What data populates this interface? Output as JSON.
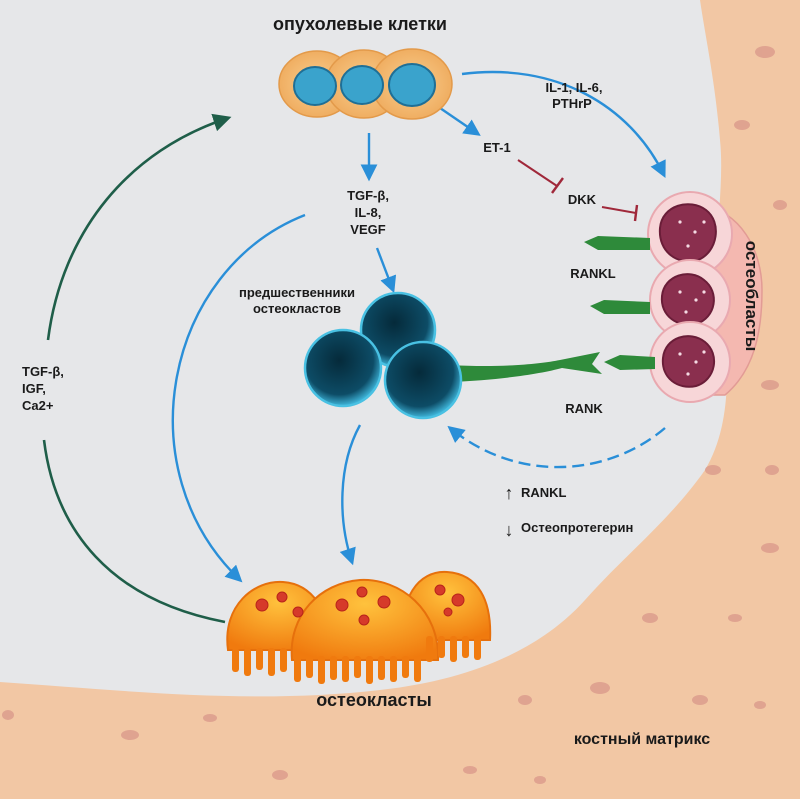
{
  "labels": {
    "tumor_cells": "опухолевые клетки",
    "il_line1": "IL-1, IL-6,",
    "il_line2": "PTHrP",
    "et1": "ET-1",
    "dkk": "DKK",
    "tgf_line1": "TGF-β,",
    "tgf_line2": "IL-8,",
    "tgf_line3": "VEGF",
    "precursors_line1": "предшественники",
    "precursors_line2": "остеокластов",
    "rankl_top": "RANKL",
    "osteoblasts": "остеобласты",
    "rank": "RANK",
    "rankl_arrow_label": "RANKL",
    "opg_arrow_label": "Остеопротегерин",
    "left_line1": "TGF-β,",
    "left_line2": "IGF,",
    "left_line3": "Ca2+",
    "osteoclasts": "остеокласты",
    "bone_matrix": "костный матрикс"
  },
  "colors": {
    "background": "#e6e7e9",
    "bone": "#f2c7a4",
    "bone_spots": "#cf8a78",
    "tumor_cell": "#f1b36a",
    "tumor_nucleus": "#3aa3cc",
    "precursor_cell": "#0f5a78",
    "osteoblast": "#f7d6d8",
    "osteoblast_nucleus": "#8a2f4e",
    "osteoclast": "#f59c1a",
    "receptor_green": "#2e8a3a",
    "blue_arrow": "#2a8fd8",
    "dark_green_arrow": "#1f5e49",
    "inhibition": "#a0283a"
  },
  "icons": {
    "up": "↑",
    "down": "↓"
  }
}
